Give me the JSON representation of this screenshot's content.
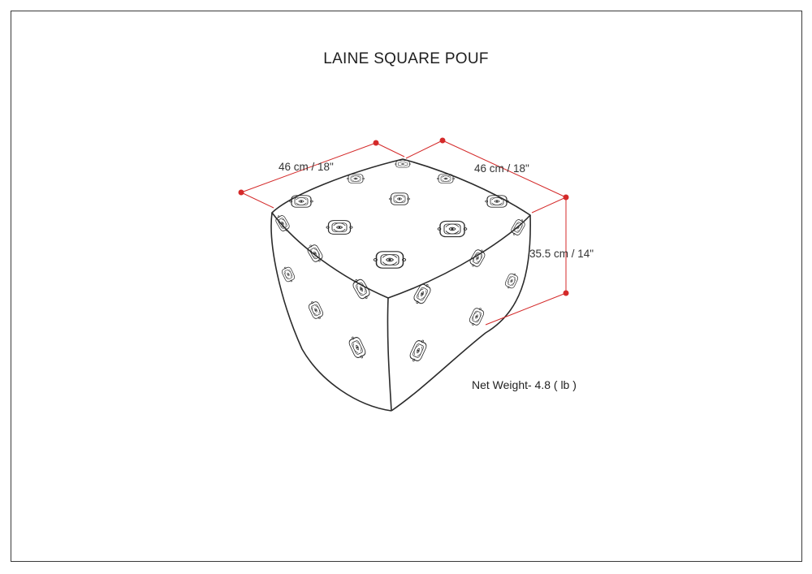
{
  "title": "LAINE SQUARE POUF",
  "dimensions": {
    "width_left": "46 cm / 18\"",
    "width_right": "46 cm / 18\"",
    "height": "35.5 cm / 14\""
  },
  "net_weight": "Net Weight- 4.8 ( lb )",
  "colors": {
    "dimension_line": "#d42a2a",
    "outline": "#2b2b2b",
    "frame": "#3a3a3a"
  }
}
